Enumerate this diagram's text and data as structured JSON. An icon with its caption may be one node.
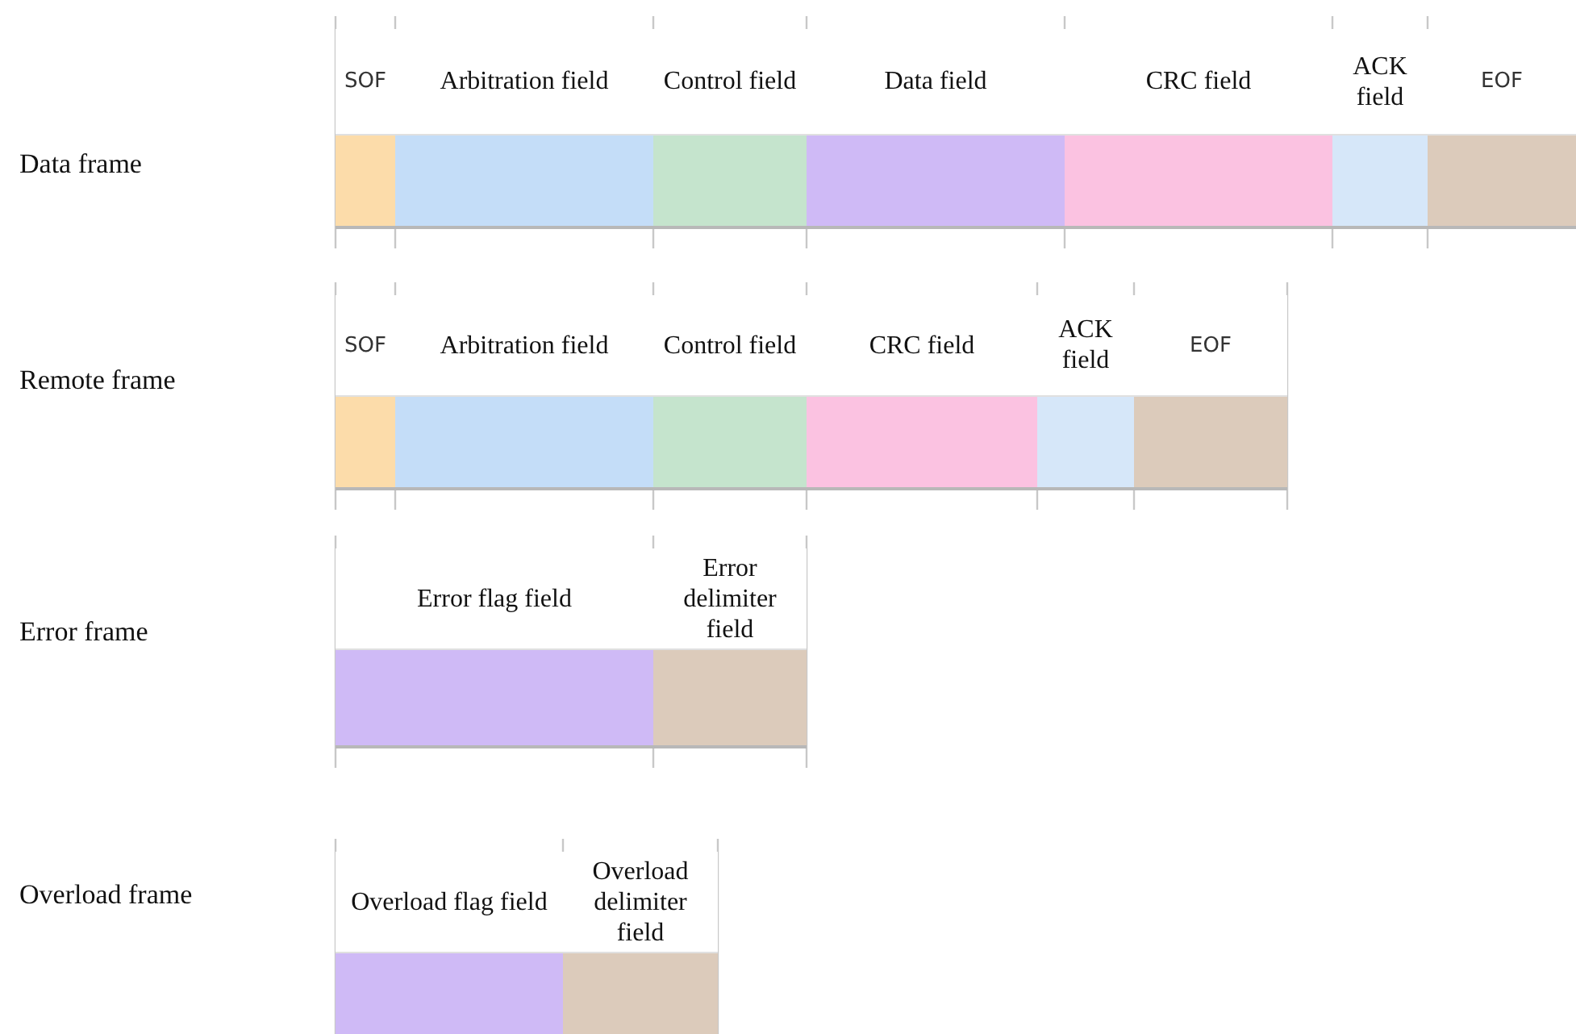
{
  "diagram": {
    "nodes": [
      {
        "text": [
          "SOF"
        ]
      },
      {
        "text": [
          "Arbitration field"
        ]
      },
      {
        "text": [
          "Control field"
        ]
      },
      {
        "text": [
          "Data field"
        ]
      },
      {
        "text": [
          "CRC field"
        ]
      },
      {
        "text": [
          "ACK field"
        ]
      },
      {
        "text": [
          "EOF"
        ]
      },
      {
        "text": [
          "SOF"
        ]
      },
      {
        "text": [
          "Arbitration field"
        ]
      },
      {
        "text": [
          "Control field"
        ]
      },
      {
        "text": [
          "CRC field"
        ]
      },
      {
        "text": [
          "ACK field"
        ]
      },
      {
        "text": [
          "EOF"
        ]
      },
      {
        "text": [
          "Error flag field"
        ]
      },
      {
        "text": [
          "Error delimiter field"
        ]
      },
      {
        "text": [
          "Overload flag field"
        ]
      },
      {
        "text": [
          "Overload delimiter field"
        ]
      }
    ],
    "edges": [],
    "labels": [
      "Data frame",
      "Remote frame",
      "Error frame",
      "Overload frame"
    ]
  }
}
